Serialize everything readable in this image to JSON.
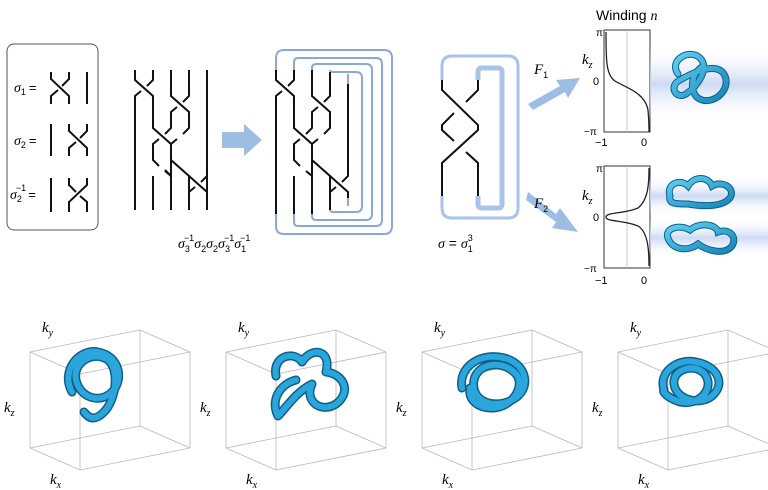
{
  "generators": {
    "sigma1": {
      "base": "σ",
      "sub": "1",
      "sup": "",
      "eq": "="
    },
    "sigma2": {
      "base": "σ",
      "sub": "2",
      "sup": "",
      "eq": "="
    },
    "sigma2inv": {
      "base": "σ",
      "sub": "2",
      "sup": "−1",
      "eq": "="
    }
  },
  "braid_word": {
    "parts": [
      {
        "base": "σ",
        "sub": "3",
        "sup": "−1"
      },
      {
        "base": "σ",
        "sub": "2",
        "sup": ""
      },
      {
        "base": "σ",
        "sub": "2",
        "sup": ""
      },
      {
        "base": "σ",
        "sub": "3",
        "sup": "−1"
      },
      {
        "base": "σ",
        "sub": "1",
        "sup": "−1"
      }
    ]
  },
  "sigma_eq": {
    "lhs": "σ",
    "eq": " = ",
    "base": "σ",
    "sub": "1",
    "sup": "3"
  },
  "maps": {
    "F1": {
      "base": "F",
      "sub": "1"
    },
    "F2": {
      "base": "F",
      "sub": "2"
    }
  },
  "winding": {
    "title_prefix": "Winding ",
    "title_var": "n"
  },
  "plots": {
    "top": {
      "ylabel_base": "k",
      "ylabel_sub": "z",
      "yticks": [
        "π",
        "0",
        "−π"
      ],
      "xticks": [
        "−1",
        "0"
      ]
    },
    "bottom": {
      "ylabel_base": "k",
      "ylabel_sub": "z",
      "yticks": [
        "π",
        "0",
        "−π"
      ],
      "xticks": [
        "−1",
        "0"
      ]
    }
  },
  "cubes": {
    "labels": {
      "ky_base": "k",
      "ky_sub": "y",
      "kz_base": "k",
      "kz_sub": "z",
      "kx_base": "k",
      "kx_sub": "x"
    },
    "count": 4
  },
  "colors": {
    "tube": "#2aa6dd",
    "tube_dark": "#0e5f86",
    "arrow": "#9dbde3",
    "closure": "#8aa8d8",
    "box": "#555555"
  }
}
